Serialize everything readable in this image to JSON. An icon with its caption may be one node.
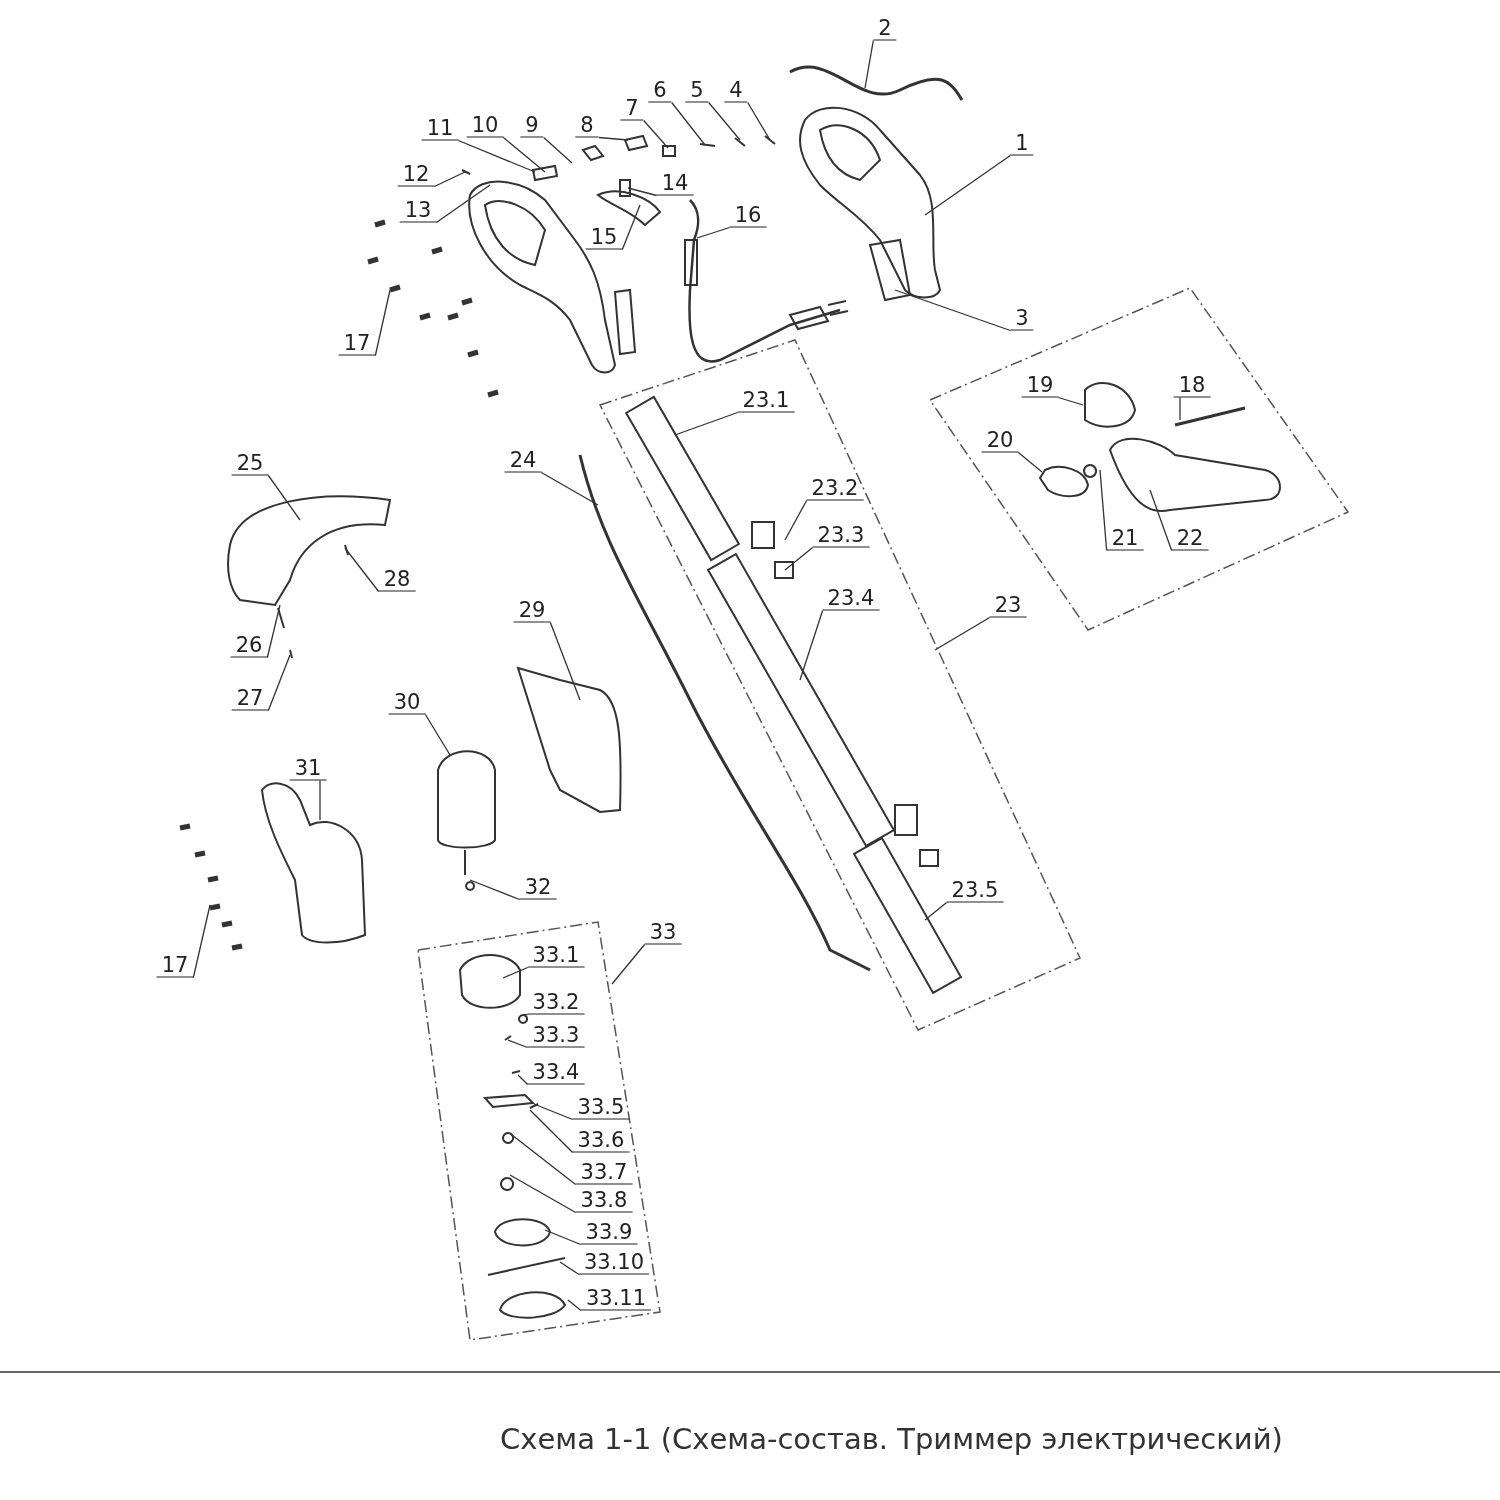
{
  "diagram": {
    "caption": "Схема 1-1 (Схема-состав. Триммер электрический)",
    "nodes": [
      {
        "text": [
          "2"
        ]
      },
      {
        "text": [
          "4"
        ]
      },
      {
        "text": [
          "5"
        ]
      },
      {
        "text": [
          "6"
        ]
      },
      {
        "text": [
          "7"
        ]
      },
      {
        "text": [
          "8"
        ]
      },
      {
        "text": [
          "9"
        ]
      },
      {
        "text": [
          "10"
        ]
      },
      {
        "text": [
          "11"
        ]
      },
      {
        "text": [
          "1"
        ]
      },
      {
        "text": [
          "12"
        ]
      },
      {
        "text": [
          "14"
        ]
      },
      {
        "text": [
          "13"
        ]
      },
      {
        "text": [
          "16"
        ]
      },
      {
        "text": [
          "15"
        ]
      },
      {
        "text": [
          "3"
        ]
      },
      {
        "text": [
          "17"
        ]
      },
      {
        "text": [],
        "shape": "box"
      },
      {
        "text": [
          "19"
        ],
        "in": 17
      },
      {
        "text": [
          "18"
        ],
        "in": 17
      },
      {
        "text": [
          "20"
        ],
        "in": 17
      },
      {
        "text": [
          "21"
        ],
        "in": 17
      },
      {
        "text": [
          "22"
        ],
        "in": 17
      },
      {
        "text": [],
        "shape": "box"
      },
      {
        "text": [
          "23.1"
        ],
        "in": 23
      },
      {
        "text": [
          "23.2"
        ],
        "in": 23
      },
      {
        "text": [
          "23.3"
        ],
        "in": 23
      },
      {
        "text": [
          "23.4"
        ],
        "in": 23
      },
      {
        "text": [
          "23.5"
        ],
        "in": 23
      },
      {
        "text": [
          "24"
        ]
      },
      {
        "text": [
          "25"
        ]
      },
      {
        "text": [
          "28"
        ]
      },
      {
        "text": [
          "23"
        ]
      },
      {
        "text": [
          "29"
        ]
      },
      {
        "text": [
          "26"
        ]
      },
      {
        "text": [
          "27"
        ]
      },
      {
        "text": [
          "30"
        ]
      },
      {
        "text": [
          "31"
        ]
      },
      {
        "text": [
          "32"
        ]
      },
      {
        "text": [
          "33"
        ]
      },
      {
        "text": [],
        "shape": "box"
      },
      {
        "text": [
          "33.1"
        ],
        "in": 40
      },
      {
        "text": [
          "33.2"
        ],
        "in": 40
      },
      {
        "text": [
          "33.3"
        ],
        "in": 40
      },
      {
        "text": [
          "33.4"
        ],
        "in": 40
      },
      {
        "text": [
          "33.5"
        ],
        "in": 40
      },
      {
        "text": [
          "33.6"
        ],
        "in": 40
      },
      {
        "text": [
          "33.7"
        ],
        "in": 40
      },
      {
        "text": [
          "33.8"
        ],
        "in": 40
      },
      {
        "text": [
          "33.9"
        ],
        "in": 40
      },
      {
        "text": [
          "33.10"
        ],
        "in": 40
      },
      {
        "text": [
          "33.11"
        ],
        "in": 40
      },
      {
        "text": [
          "17"
        ]
      }
    ],
    "edges": [
      {
        "from": 0,
        "to": null,
        "arrow": "none"
      },
      {
        "from": 1,
        "to": null,
        "arrow": "none"
      },
      {
        "from": 2,
        "to": null,
        "arrow": "none"
      },
      {
        "from": 3,
        "to": null,
        "arrow": "none"
      },
      {
        "from": 4,
        "to": null,
        "arrow": "none"
      },
      {
        "from": 5,
        "to": null,
        "arrow": "none"
      },
      {
        "from": 6,
        "to": null,
        "arrow": "none"
      },
      {
        "from": 7,
        "to": null,
        "arrow": "none"
      },
      {
        "from": 8,
        "to": null,
        "arrow": "none"
      },
      {
        "from": 9,
        "to": null,
        "arrow": "none"
      },
      {
        "from": 10,
        "to": null,
        "arrow": "none"
      },
      {
        "from": 11,
        "to": null,
        "arrow": "none"
      },
      {
        "from": 12,
        "to": null,
        "arrow": "none"
      },
      {
        "from": 13,
        "to": null,
        "arrow": "none"
      },
      {
        "from": 14,
        "to": null,
        "arrow": "none"
      },
      {
        "from": 15,
        "to": null,
        "arrow": "none"
      },
      {
        "from": 16,
        "to": null,
        "arrow": "none"
      },
      {
        "from": 18,
        "to": null,
        "arrow": "none"
      },
      {
        "from": 19,
        "to": null,
        "arrow": "none"
      },
      {
        "from": 20,
        "to": null,
        "arrow": "none"
      },
      {
        "from": 21,
        "to": null,
        "arrow": "none"
      },
      {
        "from": 22,
        "to": null,
        "arrow": "none"
      },
      {
        "from": 24,
        "to": null,
        "arrow": "none"
      },
      {
        "from": 25,
        "to": null,
        "arrow": "none"
      },
      {
        "from": 26,
        "to": null,
        "arrow": "none"
      },
      {
        "from": 27,
        "to": null,
        "arrow": "none"
      },
      {
        "from": 28,
        "to": null,
        "arrow": "none"
      },
      {
        "from": 29,
        "to": null,
        "arrow": "none"
      },
      {
        "from": 30,
        "to": null,
        "arrow": "none"
      },
      {
        "from": 31,
        "to": null,
        "arrow": "none"
      },
      {
        "from": 32,
        "to": 23,
        "arrow": "none"
      },
      {
        "from": 33,
        "to": null,
        "arrow": "none"
      },
      {
        "from": 34,
        "to": null,
        "arrow": "none"
      },
      {
        "from": 35,
        "to": null,
        "arrow": "none"
      },
      {
        "from": 36,
        "to": null,
        "arrow": "none"
      },
      {
        "from": 37,
        "to": null,
        "arrow": "none"
      },
      {
        "from": 38,
        "to": null,
        "arrow": "none"
      },
      {
        "from": 39,
        "to": 40,
        "arrow": "none"
      },
      {
        "from": 41,
        "to": null,
        "arrow": "none"
      },
      {
        "from": 42,
        "to": null,
        "arrow": "none"
      },
      {
        "from": 43,
        "to": null,
        "arrow": "none"
      },
      {
        "from": 44,
        "to": null,
        "arrow": "none"
      },
      {
        "from": 45,
        "to": null,
        "arrow": "none"
      },
      {
        "from": 46,
        "to": null,
        "arrow": "none"
      },
      {
        "from": 47,
        "to": null,
        "arrow": "none"
      },
      {
        "from": 48,
        "to": null,
        "arrow": "none"
      },
      {
        "from": 49,
        "to": null,
        "arrow": "none"
      },
      {
        "from": 50,
        "to": null,
        "arrow": "none"
      },
      {
        "from": 51,
        "to": null,
        "arrow": "none"
      },
      {
        "from": 52,
        "to": null,
        "arrow": "none"
      }
    ]
  }
}
